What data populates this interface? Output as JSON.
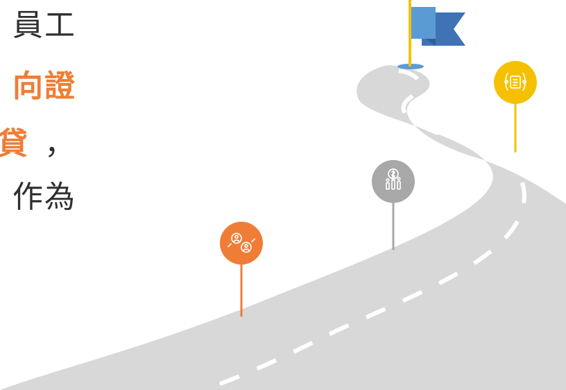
{
  "text": {
    "line1": "員工",
    "line2": "向證",
    "line3": "貸",
    "line3_punct": "，",
    "line4": "作為"
  },
  "milestones": [
    {
      "name": "orange",
      "color": "#ef7d36",
      "icon": "people-network-icon"
    },
    {
      "name": "gray",
      "color": "#a8a8a8",
      "icon": "money-growth-icon"
    },
    {
      "name": "yellow",
      "color": "#f5c000",
      "icon": "document-network-icon"
    }
  ],
  "colors": {
    "road": "#d8d8d8",
    "road_dash": "#ffffff",
    "flag_light": "#5b9bd5",
    "flag_dark": "#3f73b5",
    "flag_pole": "#f2c400",
    "highlight": "#ef7d36",
    "text": "#2f2f2f"
  }
}
